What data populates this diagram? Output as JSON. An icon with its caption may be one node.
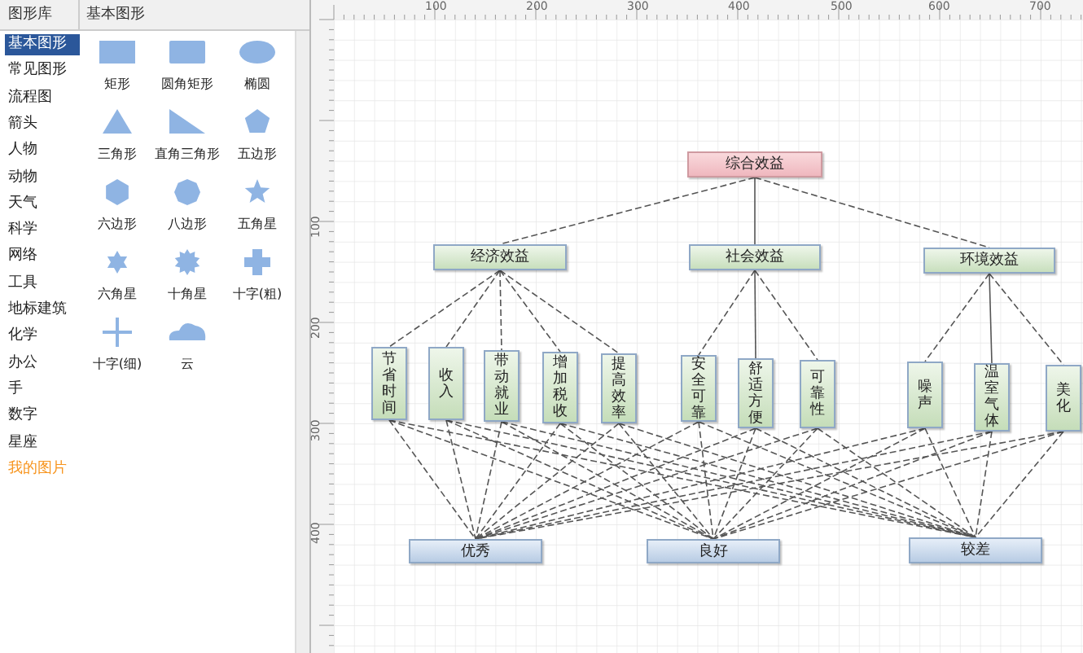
{
  "diagram": {
    "nodes": [
      {
        "text": [
          "综合效益"
        ]
      },
      {
        "text": [
          "经济效益"
        ]
      },
      {
        "text": [
          "社会效益"
        ]
      },
      {
        "text": [
          "环境效益"
        ]
      },
      {
        "text": [
          "节省时间"
        ]
      },
      {
        "text": [
          "收入"
        ]
      },
      {
        "text": [
          "带动就业"
        ]
      },
      {
        "text": [
          "增加税收"
        ]
      },
      {
        "text": [
          "提高效率"
        ]
      },
      {
        "text": [
          "安全可靠"
        ]
      },
      {
        "text": [
          "舒适方便"
        ]
      },
      {
        "text": [
          "可靠性"
        ]
      },
      {
        "text": [
          "噪声"
        ]
      },
      {
        "text": [
          "温室气体"
        ]
      },
      {
        "text": [
          "美化"
        ]
      },
      {
        "text": [
          "优秀"
        ]
      },
      {
        "text": [
          "良好"
        ]
      },
      {
        "text": [
          "较差"
        ]
      }
    ],
    "edges": [
      {
        "from": 0,
        "to": 1,
        "arrow": "none",
        "style": "dashed"
      },
      {
        "from": 0,
        "to": 2,
        "arrow": "none"
      },
      {
        "from": 0,
        "to": 3,
        "arrow": "none",
        "style": "dashed"
      },
      {
        "from": 1,
        "to": 4,
        "arrow": "none",
        "style": "dashed"
      },
      {
        "from": 1,
        "to": 5,
        "arrow": "none",
        "style": "dashed"
      },
      {
        "from": 1,
        "to": 6,
        "arrow": "none",
        "style": "dashed"
      },
      {
        "from": 1,
        "to": 7,
        "arrow": "none",
        "style": "dashed"
      },
      {
        "from": 1,
        "to": 8,
        "arrow": "none",
        "style": "dashed"
      },
      {
        "from": 2,
        "to": 9,
        "arrow": "none",
        "style": "dashed"
      },
      {
        "from": 2,
        "to": 10,
        "arrow": "none"
      },
      {
        "from": 2,
        "to": 11,
        "arrow": "none",
        "style": "dashed"
      },
      {
        "from": 3,
        "to": 12,
        "arrow": "none",
        "style": "dashed"
      },
      {
        "from": 3,
        "to": 13,
        "arrow": "none"
      },
      {
        "from": 3,
        "to": 14,
        "arrow": "none",
        "style": "dashed"
      },
      {
        "from": 4,
        "to": 15,
        "arrow": "none",
        "style": "dashed"
      },
      {
        "from": 4,
        "to": 16,
        "arrow": "none",
        "style": "dashed"
      },
      {
        "from": 4,
        "to": 17,
        "arrow": "none",
        "style": "dashed"
      },
      {
        "from": 5,
        "to": 15,
        "arrow": "none",
        "style": "dashed"
      },
      {
        "from": 5,
        "to": 16,
        "arrow": "none",
        "style": "dashed"
      },
      {
        "from": 5,
        "to": 17,
        "arrow": "none",
        "style": "dashed"
      },
      {
        "from": 6,
        "to": 15,
        "arrow": "none",
        "style": "dashed"
      },
      {
        "from": 6,
        "to": 16,
        "arrow": "none",
        "style": "dashed"
      },
      {
        "from": 6,
        "to": 17,
        "arrow": "none",
        "style": "dashed"
      },
      {
        "from": 7,
        "to": 15,
        "arrow": "none",
        "style": "dashed"
      },
      {
        "from": 7,
        "to": 16,
        "arrow": "none",
        "style": "dashed"
      },
      {
        "from": 7,
        "to": 17,
        "arrow": "none",
        "style": "dashed"
      },
      {
        "from": 8,
        "to": 15,
        "arrow": "none",
        "style": "dashed"
      },
      {
        "from": 8,
        "to": 16,
        "arrow": "none",
        "style": "dashed"
      },
      {
        "from": 8,
        "to": 17,
        "arrow": "none",
        "style": "dashed"
      },
      {
        "from": 9,
        "to": 15,
        "arrow": "none",
        "style": "dashed"
      },
      {
        "from": 9,
        "to": 16,
        "arrow": "none",
        "style": "dashed"
      },
      {
        "from": 9,
        "to": 17,
        "arrow": "none",
        "style": "dashed"
      },
      {
        "from": 10,
        "to": 15,
        "arrow": "none",
        "style": "dashed"
      },
      {
        "from": 10,
        "to": 16,
        "arrow": "none",
        "style": "dashed"
      },
      {
        "from": 10,
        "to": 17,
        "arrow": "none",
        "style": "dashed"
      },
      {
        "from": 11,
        "to": 15,
        "arrow": "none",
        "style": "dashed"
      },
      {
        "from": 11,
        "to": 16,
        "arrow": "none",
        "style": "dashed"
      },
      {
        "from": 11,
        "to": 17,
        "arrow": "none",
        "style": "dashed"
      },
      {
        "from": 12,
        "to": 15,
        "arrow": "none",
        "style": "dashed"
      },
      {
        "from": 12,
        "to": 16,
        "arrow": "none",
        "style": "dashed"
      },
      {
        "from": 12,
        "to": 17,
        "arrow": "none",
        "style": "dashed"
      },
      {
        "from": 13,
        "to": 15,
        "arrow": "none",
        "style": "dashed"
      },
      {
        "from": 13,
        "to": 16,
        "arrow": "none",
        "style": "dashed"
      },
      {
        "from": 13,
        "to": 17,
        "arrow": "none",
        "style": "dashed"
      },
      {
        "from": 14,
        "to": 15,
        "arrow": "none",
        "style": "dashed"
      },
      {
        "from": 14,
        "to": 16,
        "arrow": "none",
        "style": "dashed"
      },
      {
        "from": 14,
        "to": 17,
        "arrow": "none",
        "style": "dashed"
      }
    ],
    "labels": [
      "图形库",
      "基本图形",
      "基本图形",
      "常见图形",
      "流程图",
      "箭头",
      "人物",
      "动物",
      "天气",
      "科学",
      "网络",
      "工具",
      "地标建筑",
      "化学",
      "办公",
      "手",
      "数字",
      "星座",
      "我的图片",
      "矩形",
      "圆角矩形",
      "椭圆",
      "三角形",
      "直角三角形",
      "五边形",
      "六边形",
      "八边形",
      "五角星",
      "六角星",
      "十角星",
      "十字(粗)",
      "十字(细)",
      "云",
      "100",
      "200",
      "300",
      "400",
      "500",
      "600",
      "700",
      "100",
      "200",
      "300",
      "400"
    ]
  }
}
